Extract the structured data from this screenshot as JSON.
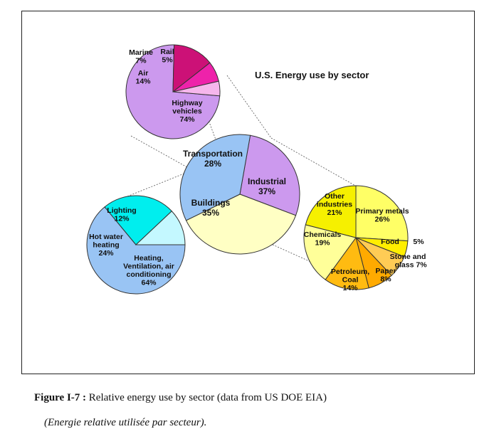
{
  "chart_data": {
    "type": "pie",
    "title": "U.S. Energy use by sector",
    "pies": [
      {
        "id": "sector",
        "slices": [
          {
            "label": "Transportation",
            "value": 28,
            "value_text": "28%",
            "color": "#cc99ee"
          },
          {
            "label": "Industrial",
            "value": 37,
            "value_text": "37%",
            "color": "#ffffc4"
          },
          {
            "label": "Buildings",
            "value": 35,
            "value_text": "35%",
            "color": "#99c4f4"
          }
        ]
      },
      {
        "id": "transportation",
        "slices": [
          {
            "label": "Highway vehicles",
            "lines": [
              "Highway",
              "vehicles"
            ],
            "value": 74,
            "value_text": "74%",
            "color": "#cc99ee"
          },
          {
            "label": "Air",
            "lines": [
              "Air"
            ],
            "value": 14,
            "value_text": "14%",
            "color": "#cc1177"
          },
          {
            "label": "Marine",
            "lines": [
              "Marine"
            ],
            "value": 7,
            "value_text": "7%",
            "color": "#ee22aa"
          },
          {
            "label": "Rail",
            "lines": [
              "Rail"
            ],
            "value": 5,
            "value_text": "5%",
            "color": "#f6b6ec"
          }
        ]
      },
      {
        "id": "buildings",
        "slices": [
          {
            "label": "Heating, Ventilation, air conditioning",
            "lines": [
              "Heating,",
              "Ventilation, air",
              "conditioning"
            ],
            "value": 64,
            "value_text": "64%",
            "color": "#99c4f4"
          },
          {
            "label": "Hot water heating",
            "lines": [
              "Hot water",
              "heating"
            ],
            "value": 24,
            "value_text": "24%",
            "color": "#00eeee"
          },
          {
            "label": "Lighting",
            "lines": [
              "Lighting"
            ],
            "value": 12,
            "value_text": "12%",
            "color": "#c4f8ff"
          }
        ]
      },
      {
        "id": "industrial",
        "slices": [
          {
            "label": "Primary metals",
            "lines": [
              "Primary metals"
            ],
            "value": 26,
            "value_text": "26%",
            "color": "#ffff66"
          },
          {
            "label": "Food",
            "lines": [
              "Food"
            ],
            "value": 5,
            "value_text": "5%",
            "color": "#ffee00"
          },
          {
            "label": "Stone and glass",
            "lines": [
              "Stone and",
              "glass"
            ],
            "value": 7,
            "value_text": "7%",
            "color": "#ffcc55"
          },
          {
            "label": "Paper",
            "lines": [
              "Paper"
            ],
            "value": 8,
            "value_text": "8%",
            "color": "#ffaa00"
          },
          {
            "label": "Petroleum, Coal",
            "lines": [
              "Petroleum,",
              "Coal"
            ],
            "value": 14,
            "value_text": "14%",
            "color": "#ffbb11"
          },
          {
            "label": "Chemicals",
            "lines": [
              "Chemicals"
            ],
            "value": 19,
            "value_text": "19%",
            "color": "#ffff99"
          },
          {
            "label": "Other industries",
            "lines": [
              "Other",
              "industries"
            ],
            "value": 21,
            "value_text": "21%",
            "color": "#f6f000"
          }
        ]
      }
    ]
  },
  "caption": {
    "figure_label": "Figure I-7 :",
    "text": " Relative energy use by sector (data from US DOE EIA)",
    "french": "(Energie relative utilisée par secteur)."
  }
}
